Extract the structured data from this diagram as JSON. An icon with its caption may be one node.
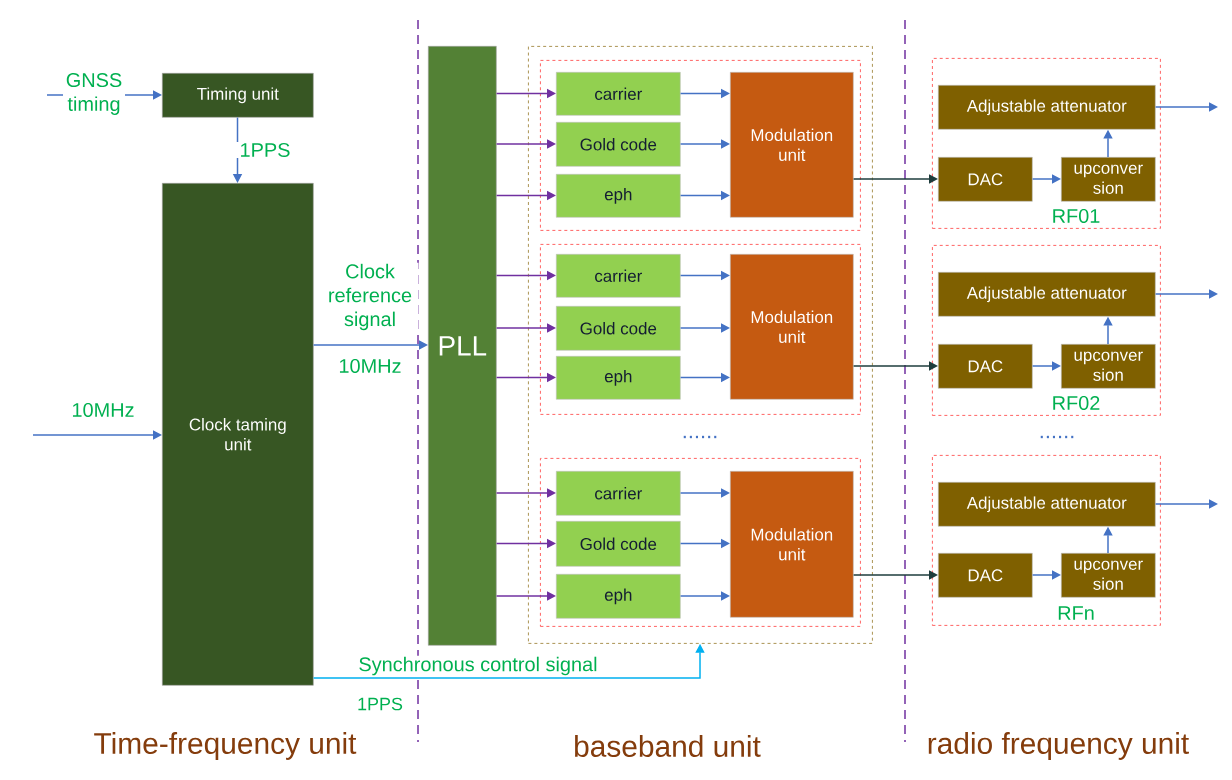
{
  "diagram": {
    "nodes": [
      {
        "text": [
          "Timing unit"
        ]
      },
      {
        "text": [
          "Clock taming unit"
        ]
      },
      {
        "text": [
          "PLL"
        ]
      },
      {
        "text": [],
        "shape": "box"
      },
      {
        "text": [],
        "shape": "box",
        "in": 3
      },
      {
        "text": [
          "carrier"
        ],
        "in": 4
      },
      {
        "text": [
          "Gold code"
        ],
        "in": 4
      },
      {
        "text": [
          "eph"
        ],
        "in": 4
      },
      {
        "text": [
          "Modulation unit"
        ],
        "in": 4
      },
      {
        "text": [],
        "shape": "box",
        "in": 3
      },
      {
        "text": [
          "carrier"
        ],
        "in": 9
      },
      {
        "text": [
          "Gold code"
        ],
        "in": 9
      },
      {
        "text": [
          "eph"
        ],
        "in": 9
      },
      {
        "text": [
          "Modulation unit"
        ],
        "in": 9
      },
      {
        "text": [],
        "shape": "box",
        "in": 3
      },
      {
        "text": [
          "carrier"
        ],
        "in": 14
      },
      {
        "text": [
          "Gold code"
        ],
        "in": 14
      },
      {
        "text": [
          "eph"
        ],
        "in": 14
      },
      {
        "text": [
          "Modulation unit"
        ],
        "in": 14
      },
      {
        "text": [
          "RF01"
        ]
      },
      {
        "text": [
          "Adjustable attenuator"
        ],
        "in": 19
      },
      {
        "text": [
          "DAC"
        ],
        "in": 19
      },
      {
        "text": [
          "upconver sion"
        ],
        "in": 19
      },
      {
        "text": [
          "RF02"
        ]
      },
      {
        "text": [
          "Adjustable attenuator"
        ],
        "in": 23
      },
      {
        "text": [
          "DAC"
        ],
        "in": 23
      },
      {
        "text": [
          "upconver sion"
        ],
        "in": 23
      },
      {
        "text": [
          "RFn"
        ]
      },
      {
        "text": [
          "Adjustable attenuator"
        ],
        "in": 27
      },
      {
        "text": [
          "DAC"
        ],
        "in": 27
      },
      {
        "text": [
          "upconver sion"
        ],
        "in": 27
      }
    ],
    "edges": [
      {
        "from": null,
        "to": 0,
        "arrow": "to",
        "label": "GNSS timing"
      },
      {
        "from": 0,
        "to": 1,
        "arrow": "to",
        "label": "1PPS"
      },
      {
        "from": null,
        "to": 1,
        "arrow": "to",
        "label": "10MHz"
      },
      {
        "from": 1,
        "to": 2,
        "arrow": "to",
        "label": "Clock reference signal"
      },
      {
        "from": 1,
        "to": 3,
        "arrow": "to",
        "label": "Synchronous control signal",
        "color": "#00b0f0"
      },
      {
        "from": 2,
        "to": 5,
        "arrow": "to",
        "color": "#7030a0"
      },
      {
        "from": 2,
        "to": 6,
        "arrow": "to",
        "color": "#7030a0"
      },
      {
        "from": 2,
        "to": 7,
        "arrow": "to",
        "color": "#7030a0"
      },
      {
        "from": 5,
        "to": 8,
        "arrow": "to"
      },
      {
        "from": 6,
        "to": 8,
        "arrow": "to"
      },
      {
        "from": 7,
        "to": 8,
        "arrow": "to"
      },
      {
        "from": 8,
        "to": 21,
        "arrow": "to",
        "color": "#1e3c3c"
      },
      {
        "from": 21,
        "to": 22,
        "arrow": "to"
      },
      {
        "from": 22,
        "to": 20,
        "arrow": "to"
      },
      {
        "from": 20,
        "to": null,
        "arrow": "to"
      },
      {
        "from": 2,
        "to": 10,
        "arrow": "to",
        "color": "#7030a0"
      },
      {
        "from": 2,
        "to": 11,
        "arrow": "to",
        "color": "#7030a0"
      },
      {
        "from": 2,
        "to": 12,
        "arrow": "to",
        "color": "#7030a0"
      },
      {
        "from": 10,
        "to": 13,
        "arrow": "to"
      },
      {
        "from": 11,
        "to": 13,
        "arrow": "to"
      },
      {
        "from": 12,
        "to": 13,
        "arrow": "to"
      },
      {
        "from": 13,
        "to": 25,
        "arrow": "to",
        "color": "#1e3c3c"
      },
      {
        "from": 25,
        "to": 26,
        "arrow": "to"
      },
      {
        "from": 26,
        "to": 24,
        "arrow": "to"
      },
      {
        "from": 24,
        "to": null,
        "arrow": "to"
      },
      {
        "from": 2,
        "to": 15,
        "arrow": "to",
        "color": "#7030a0"
      },
      {
        "from": 2,
        "to": 16,
        "arrow": "to",
        "color": "#7030a0"
      },
      {
        "from": 2,
        "to": 17,
        "arrow": "to",
        "color": "#7030a0"
      },
      {
        "from": 15,
        "to": 18,
        "arrow": "to"
      },
      {
        "from": 16,
        "to": 18,
        "arrow": "to"
      },
      {
        "from": 17,
        "to": 18,
        "arrow": "to"
      },
      {
        "from": 18,
        "to": 29,
        "arrow": "to",
        "color": "#1e3c3c"
      },
      {
        "from": 29,
        "to": 30,
        "arrow": "to"
      },
      {
        "from": 30,
        "to": 28,
        "arrow": "to"
      },
      {
        "from": 28,
        "to": null,
        "arrow": "to"
      }
    ],
    "labels": [
      "10MHz",
      "......",
      "......",
      "1PPS",
      "Time-frequency unit",
      "baseband unit",
      "radio frequency unit"
    ]
  }
}
